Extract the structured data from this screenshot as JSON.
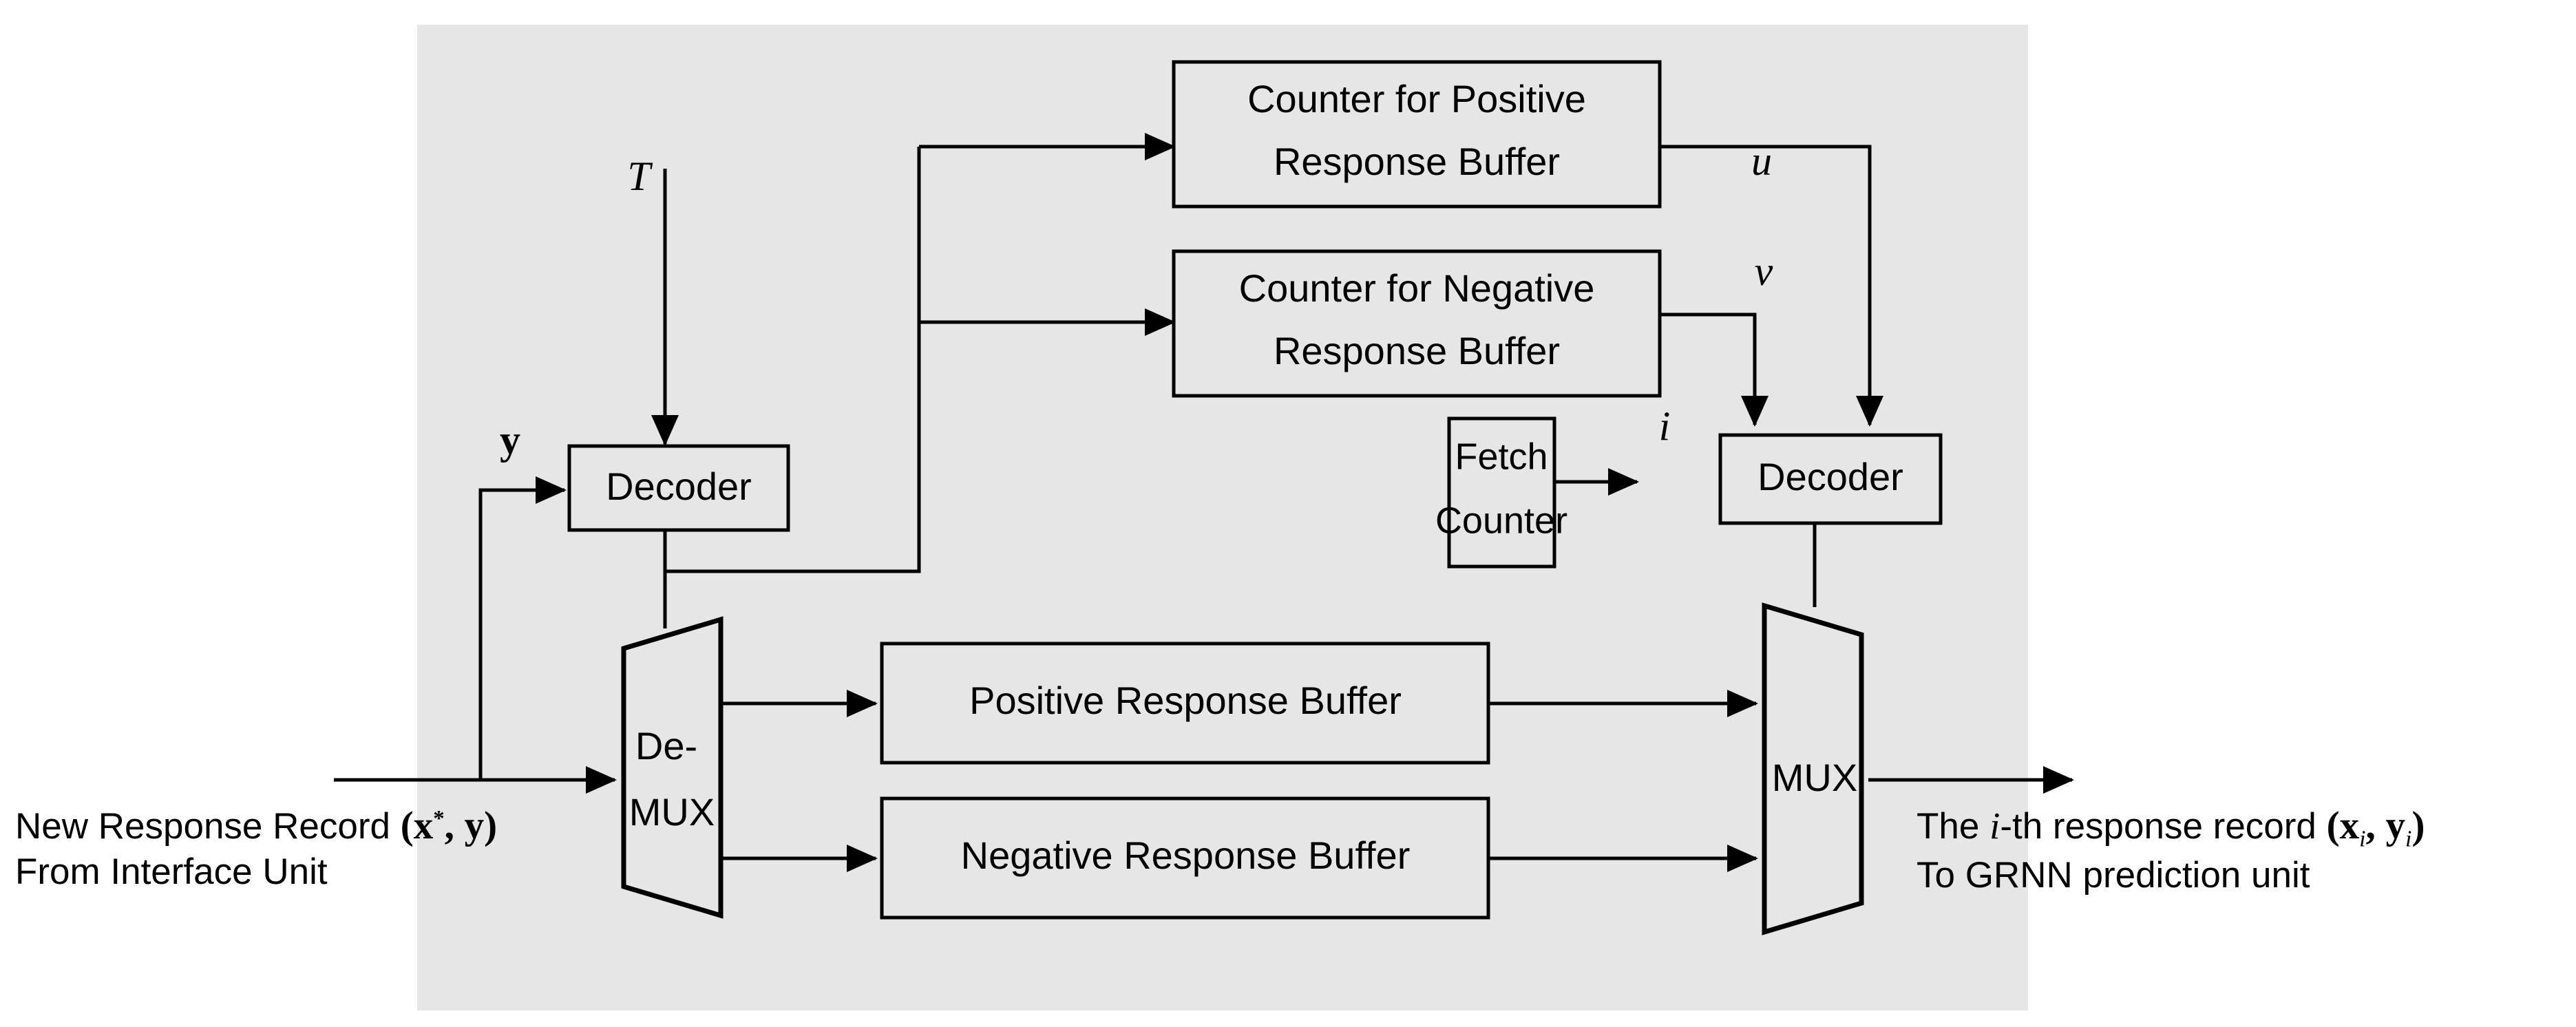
{
  "diagram": {
    "title": "Response buffer unit block diagram",
    "panel_color": "#e6e6e6",
    "line_color": "#000000",
    "blocks": {
      "counter_positive": {
        "line1": "Counter for Positive",
        "line2": "Response Buffer"
      },
      "counter_negative": {
        "line1": "Counter for Negative",
        "line2": "Response Buffer"
      },
      "decoder_left": {
        "label": "Decoder"
      },
      "decoder_right": {
        "label": "Decoder"
      },
      "fetch_counter": {
        "line1": "Fetch",
        "line2": "Counter"
      },
      "positive_buffer": {
        "label": "Positive Response Buffer"
      },
      "negative_buffer": {
        "label": "Negative Response Buffer"
      },
      "demux": {
        "line1": "De-",
        "line2": "MUX"
      },
      "mux": {
        "label": "MUX"
      }
    },
    "signal_labels": {
      "t": "T",
      "y": "y",
      "u": "u",
      "v": "v",
      "i": "i"
    },
    "captions": {
      "input": {
        "line1_text": "New Response Record ",
        "line1_math_open": "(",
        "line1_math_x": "x",
        "line1_math_x_sup": "*",
        "line1_math_comma": ",",
        "line1_math_y": "y",
        "line1_math_close": ")",
        "line2": "From Interface Unit"
      },
      "output": {
        "line1_a": "The ",
        "line1_i": "i",
        "line1_b": "-th response record ",
        "line1_math_open": "(",
        "line1_math_x": "x",
        "line1_math_x_sub": "i",
        "line1_math_comma": ",",
        "line1_math_y": "y",
        "line1_math_y_sub": "i",
        "line1_math_close": ")",
        "line2": "To GRNN prediction unit"
      }
    }
  }
}
